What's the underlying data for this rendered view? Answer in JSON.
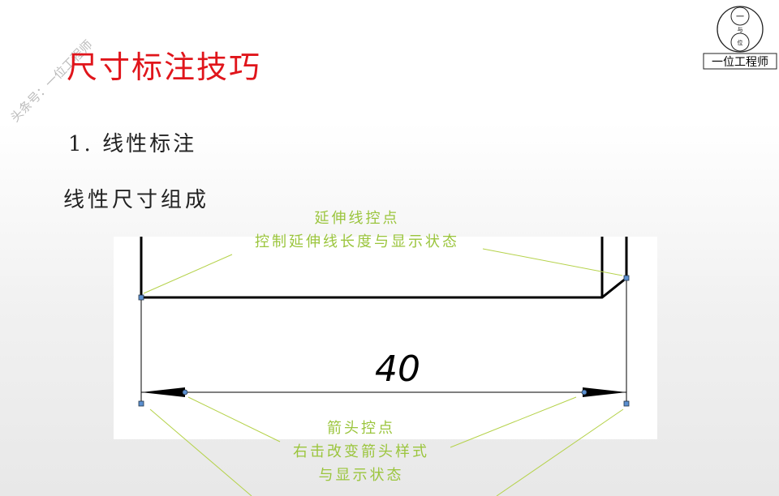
{
  "title": "尺寸标注技巧",
  "watermark": "头条号：一位工程师",
  "logo": {
    "top": "一",
    "middle": "与",
    "bottom": "位",
    "caption": "一位工程师"
  },
  "section": "1. 线性标注",
  "subtitle": "线性尺寸组成",
  "drawing": {
    "dimension_value": "40",
    "note_extension": {
      "line1": "延伸线控点",
      "line2": "控制延伸线长度与显示状态"
    },
    "note_arrow": {
      "line1": "箭头控点",
      "line2": "右击改变箭头样式",
      "line3": "与显示状态"
    },
    "annotation_color": "#9bc53d",
    "title_color": "#e0151b"
  }
}
